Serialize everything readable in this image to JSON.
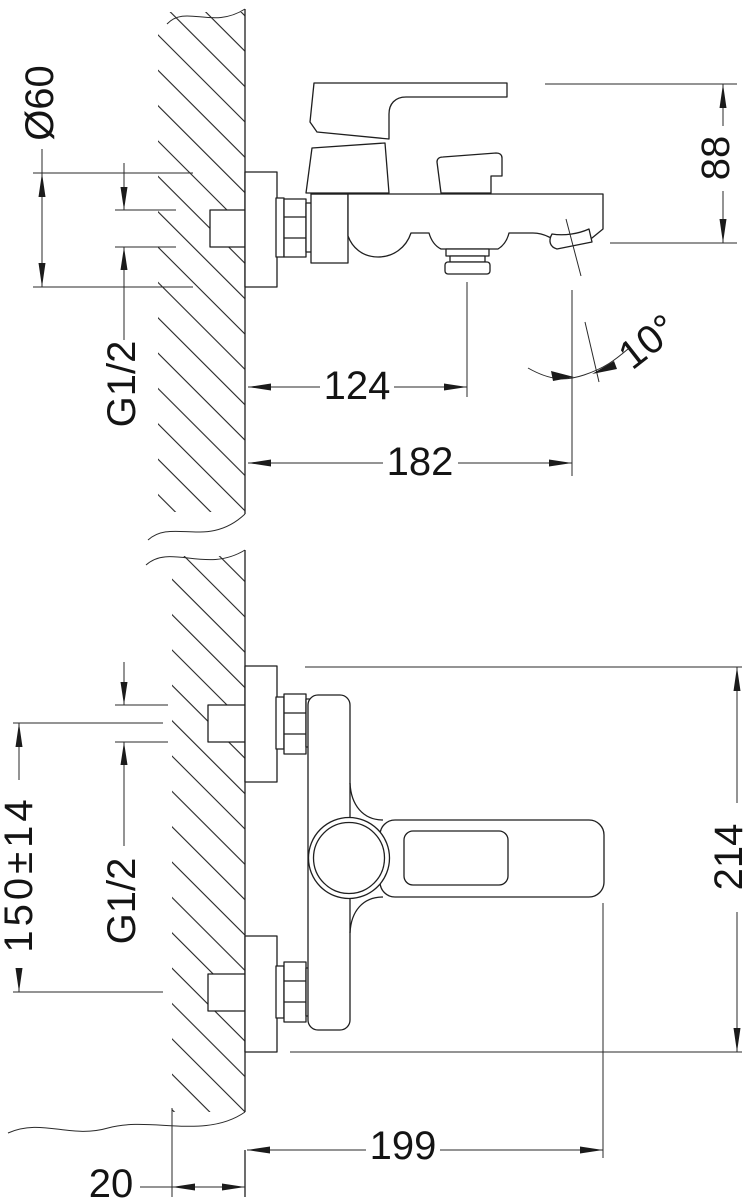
{
  "style": {
    "background": "#ffffff",
    "line_color": "#1f1f1f",
    "text_color": "#141414"
  },
  "side_view": {
    "flange_diameter": "Ø60",
    "connection_thread": "G1/2",
    "spout_to_handle_height": "88",
    "shower_outlet_offset": "124",
    "spout_reach": "182",
    "spout_angle": "10°"
  },
  "plan_view": {
    "connection_spacing": "150±14",
    "connection_thread": "G1/2",
    "overall_depth": "214",
    "projection": "199",
    "wall_thickness": "20"
  }
}
